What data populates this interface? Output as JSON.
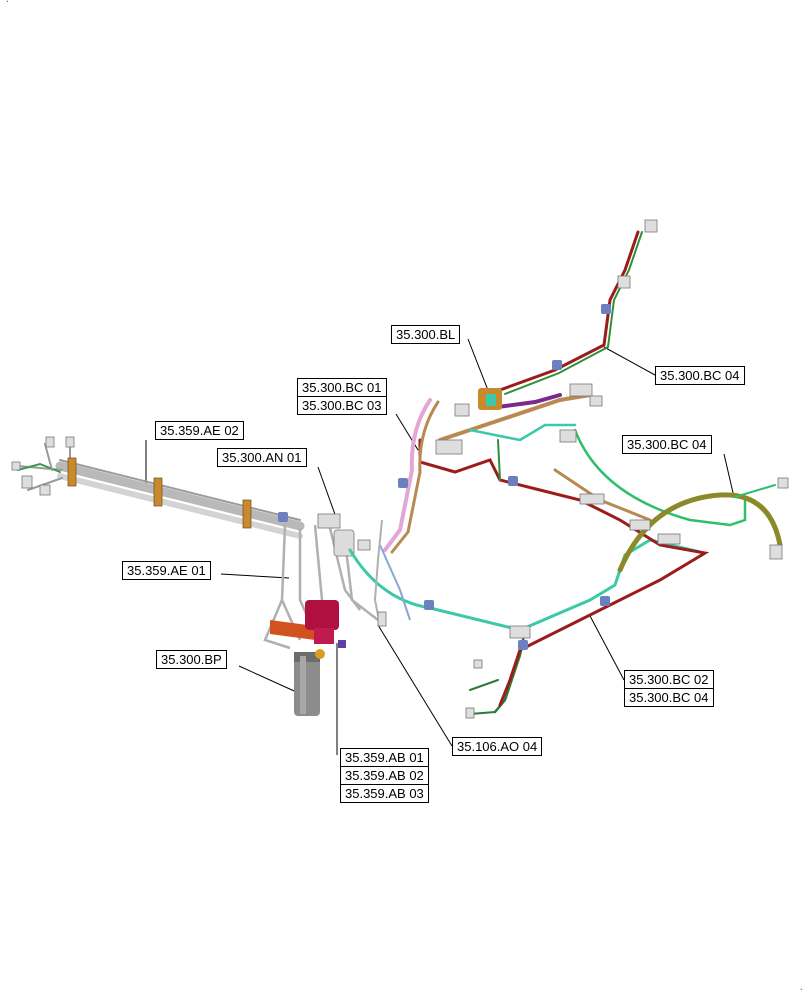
{
  "callouts": {
    "c1": [
      "35.359.AE 02"
    ],
    "c2": [
      "35.300.AN 01"
    ],
    "c3": [
      "35.300.BL"
    ],
    "c4": [
      "35.300.BC 01",
      "35.300.BC 03"
    ],
    "c5": [
      "35.300.BC 04"
    ],
    "c6": [
      "35.300.BC 04"
    ],
    "c7": [
      "35.359.AE 01"
    ],
    "c8": [
      "35.300.BP"
    ],
    "c9": [
      "35.359.AB 01",
      "35.359.AB 02",
      "35.359.AB 03"
    ],
    "c10": [
      "35.106.AO 04"
    ],
    "c11": [
      "35.300.BC 02",
      "35.300.BC 04"
    ]
  },
  "colors": {
    "harness_gray": "#b9b9b9",
    "harness_orange": "#c98a2e",
    "wire_red": "#9c1b1b",
    "wire_green": "#2f8f3a",
    "wire_teal": "#3cc9a8",
    "wire_pink": "#e4a6d6",
    "wire_tan": "#b88a52",
    "wire_purple": "#7a2a8a",
    "wire_olive": "#8a8a2a",
    "wire_blue": "#8aa6d6",
    "clip_blue": "#6c7fc0",
    "filter_gray": "#8c8c8c",
    "valve_red": "#b01040",
    "bracket_orange": "#d0521e"
  }
}
